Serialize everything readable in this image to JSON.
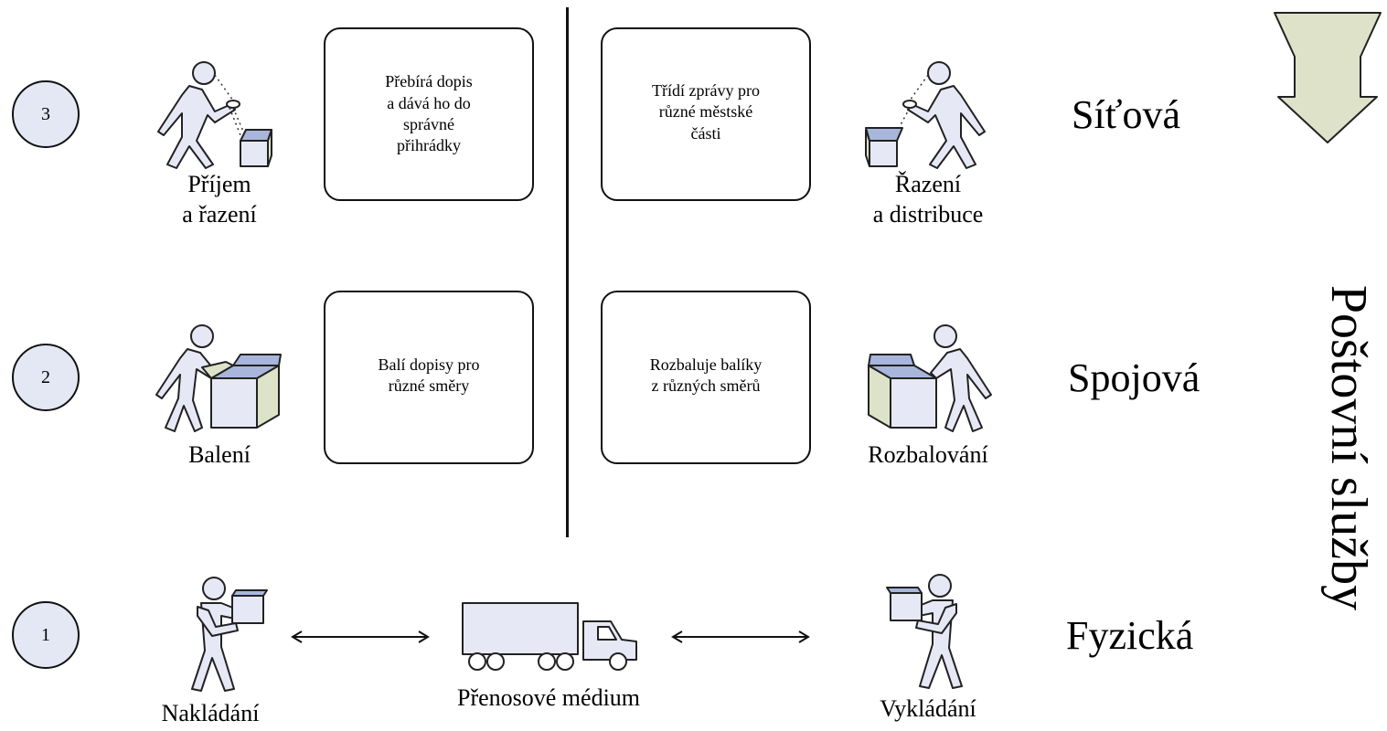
{
  "title": "Poštovní služby",
  "layers": [
    {
      "number": "3",
      "name": "Síťová",
      "left_caption": "Příjem\na řazení",
      "left_box": "Přebírá dopis\na dává ho do\nsprávné\npřihrádky",
      "right_box": "Třídí zprávy pro\nrůzné městské\nčásti",
      "right_caption": "Řazení\na distribuce"
    },
    {
      "number": "2",
      "name": "Spojová",
      "left_caption": "Balení",
      "left_box": "Balí dopisy pro\nrůzné směry",
      "right_box": "Rozbaluje balíky\nz různých směrů",
      "right_caption": "Rozbalování"
    },
    {
      "number": "1",
      "name": "Fyzická",
      "left_caption": "Nakládání",
      "medium_caption": "Přenosové médium",
      "right_caption": "Vykládání"
    }
  ],
  "colors": {
    "circle_fill": "#e3e8f4",
    "figure_fill": "#e6e9f5",
    "box_side": "#dde3c8",
    "box_lid": "#a9b6dc",
    "arrow_fill": "#dde2c9"
  },
  "icons": [
    "person-sorting-icon",
    "person-packing-icon",
    "person-carrying-icon",
    "truck-icon",
    "down-arrow-icon"
  ]
}
